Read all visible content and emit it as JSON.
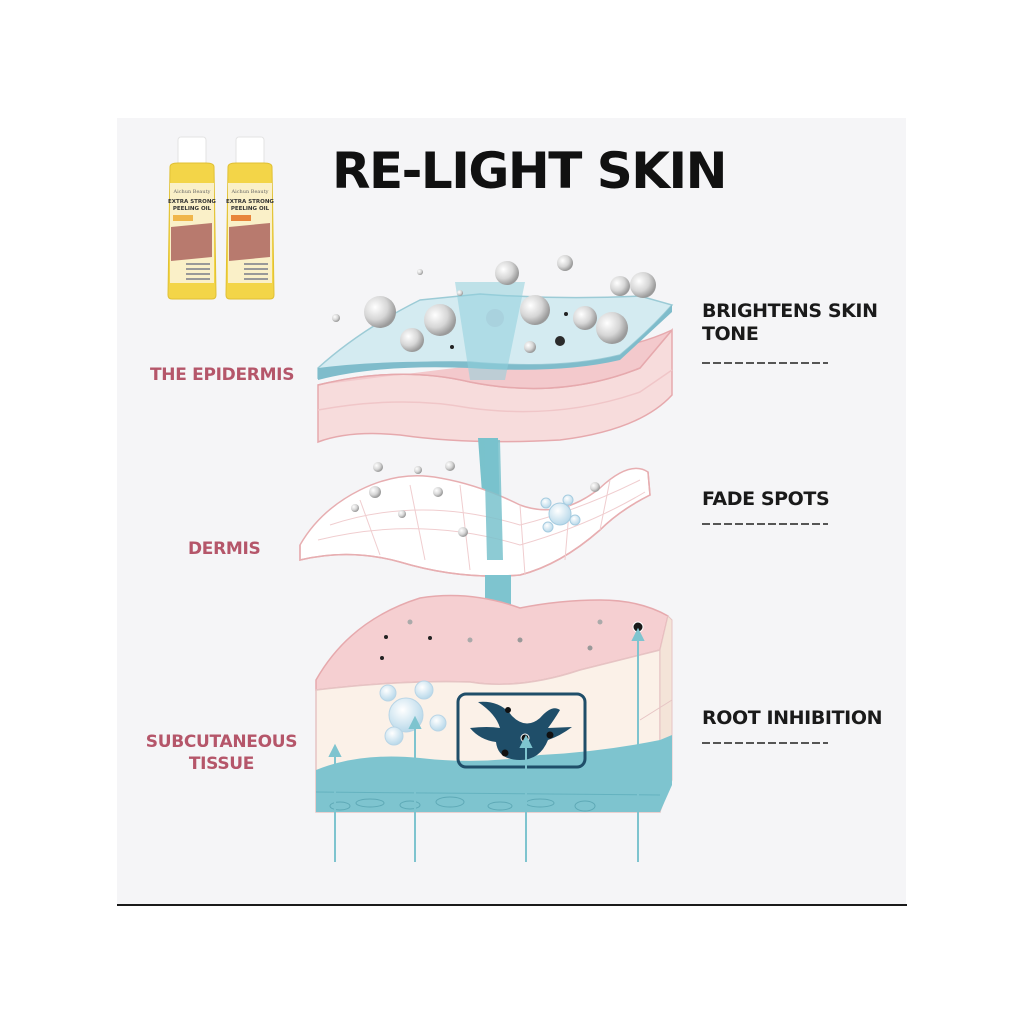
{
  "title": "RE-LIGHT SKIN",
  "product": {
    "brand": "Aichun Beauty",
    "name_line1": "EXTRA STRONG",
    "name_line2": "PEELING OIL",
    "bottle_count": 2,
    "oil_color": "#f3d548",
    "cap_color": "#ffffff"
  },
  "layers": [
    {
      "label": "THE EPIDERMIS"
    },
    {
      "label": "DERMIS"
    },
    {
      "label_line1": "SUBCUTANEOUS",
      "label_line2": "TISSUE"
    }
  ],
  "benefits": [
    {
      "line1": "BRIGHTENS SKIN",
      "line2": "TONE"
    },
    {
      "line1": "FADE SPOTS"
    },
    {
      "line1": "ROOT INHIBITION"
    }
  ],
  "colors": {
    "background": "#f5f5f7",
    "label_pink": "#b5566a",
    "teal": "#7ec4cf",
    "skin_pink": "#f6d3d4",
    "dark_cell": "#245a78"
  }
}
